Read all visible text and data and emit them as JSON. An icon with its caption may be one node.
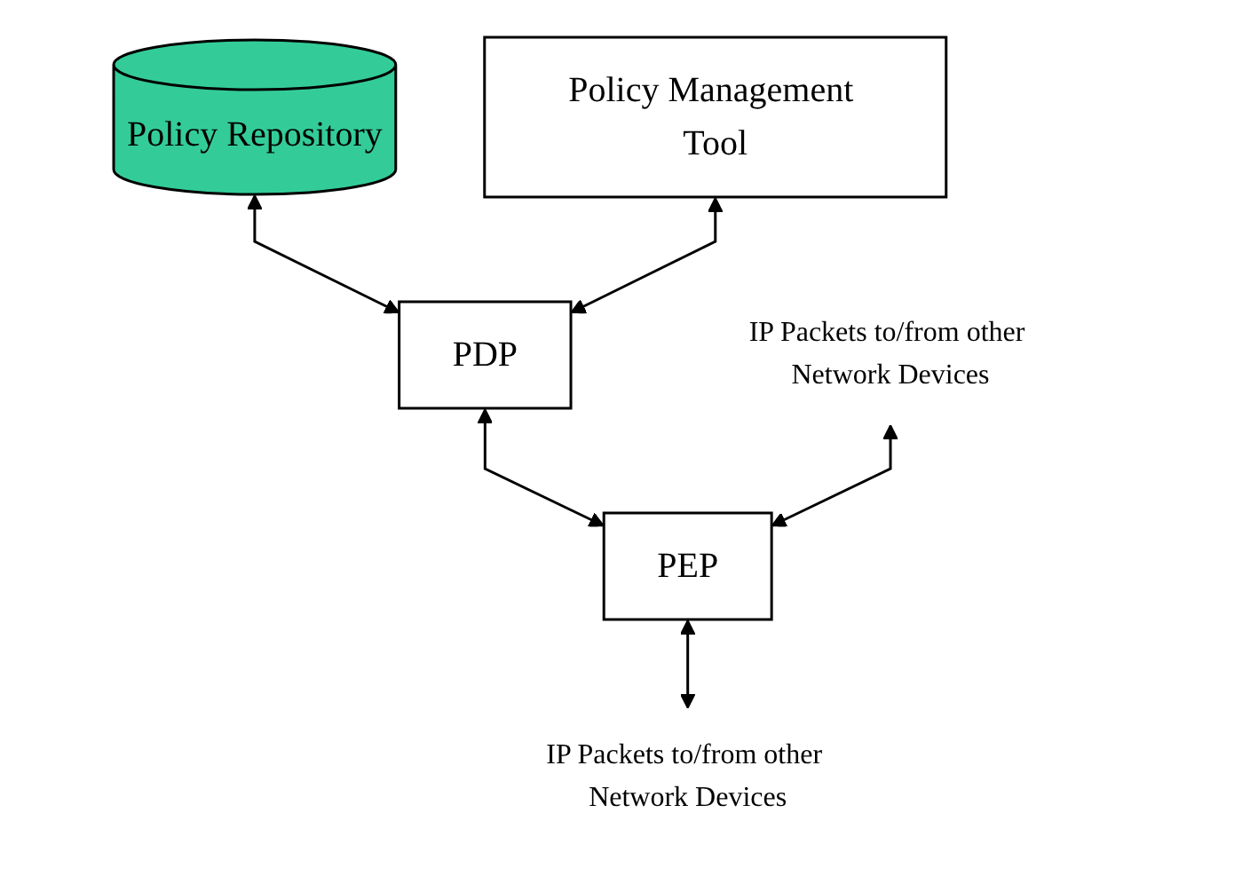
{
  "diagram": {
    "nodes": [
      {
        "text": [
          "Policy Repository"
        ]
      },
      {
        "text": [
          "Policy Management Tool"
        ]
      },
      {
        "text": [
          "PDP"
        ]
      },
      {
        "text": [
          "PEP"
        ]
      },
      {
        "text": [
          "IP Packets to/from other Network Devices"
        ]
      },
      {
        "text": [
          "IP Packets to/from other Network Devices"
        ]
      }
    ],
    "edges": [
      {
        "from": 0,
        "to": 2,
        "arrow": "both"
      },
      {
        "from": 1,
        "to": 2,
        "arrow": "both"
      },
      {
        "from": 2,
        "to": 3,
        "arrow": "both"
      },
      {
        "from": 4,
        "to": 3,
        "arrow": "both"
      },
      {
        "from": 3,
        "to": 5,
        "arrow": "both"
      }
    ]
  }
}
